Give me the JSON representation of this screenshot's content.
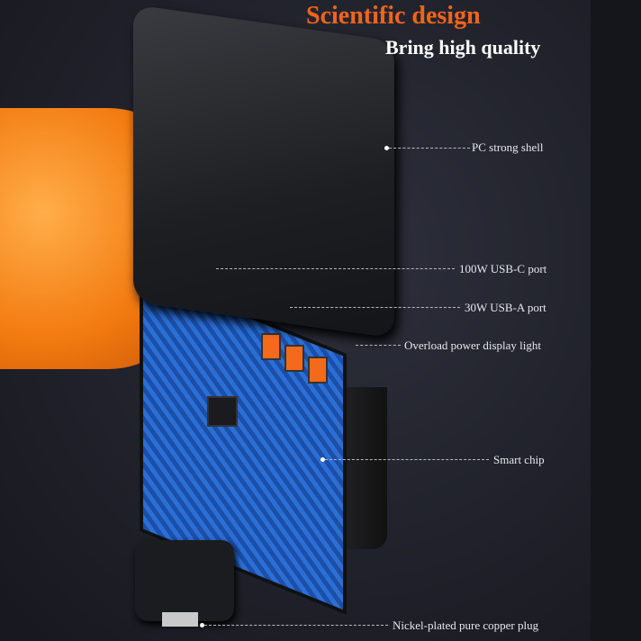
{
  "heading": {
    "title": "Scientific design",
    "subtitle": "Bring high quality"
  },
  "callouts": [
    {
      "label": "PC strong shell"
    },
    {
      "label": "100W USB-C port"
    },
    {
      "label": "30W USB-A port"
    },
    {
      "label": "Overload power display light"
    },
    {
      "label": "Smart chip"
    },
    {
      "label": "Nickel-plated pure copper plug"
    }
  ],
  "colors": {
    "accent": "#f2641a",
    "background": "#1f2029"
  }
}
